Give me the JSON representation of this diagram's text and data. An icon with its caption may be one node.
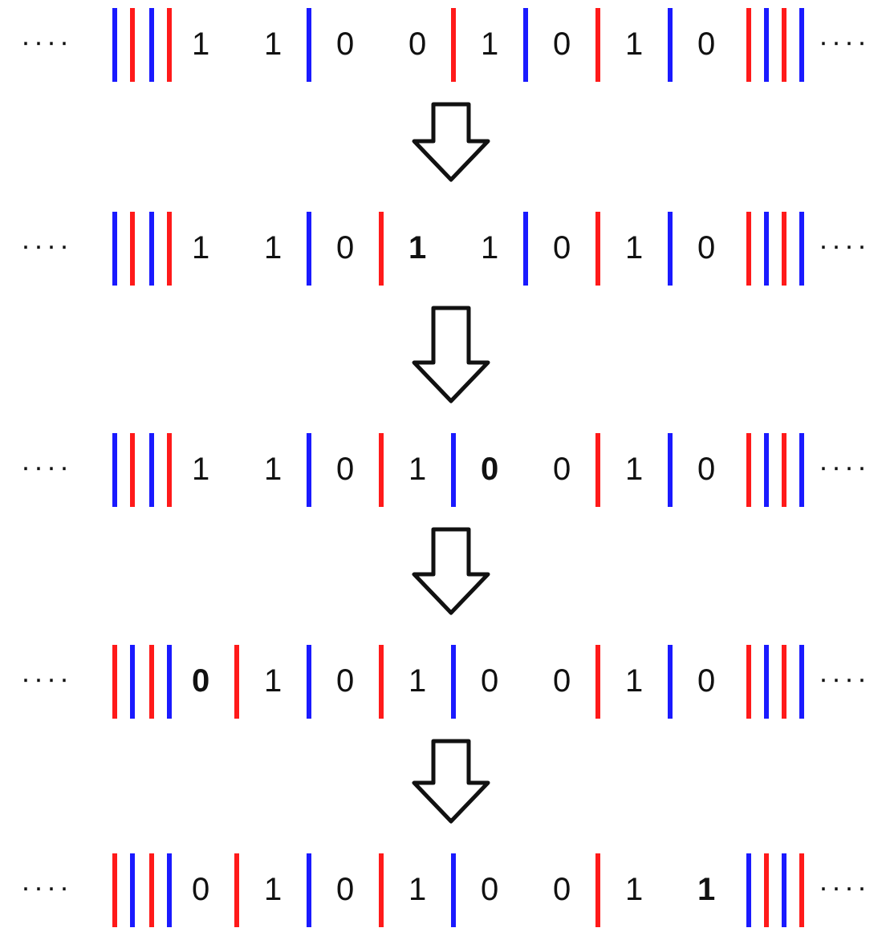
{
  "diagram": {
    "nodes": [
      {
        "text": [
          "····",
          "1",
          "1",
          "0",
          "0",
          "1",
          "0",
          "1",
          "0",
          "····"
        ]
      },
      {
        "text": [
          "····",
          "1",
          "1",
          "0",
          "**1**",
          "1",
          "0",
          "1",
          "0",
          "····"
        ]
      },
      {
        "text": [
          "····",
          "1",
          "1",
          "0",
          "1",
          "**0**",
          "0",
          "1",
          "0",
          "····"
        ]
      },
      {
        "text": [
          "····",
          "**0**",
          "1",
          "0",
          "1",
          "0",
          "0",
          "1",
          "0",
          "····"
        ]
      },
      {
        "text": [
          "····",
          "0",
          "1",
          "0",
          "1",
          "0",
          "0",
          "1",
          "**1**",
          "····"
        ]
      }
    ],
    "edges": [
      {
        "from": 0,
        "to": 1,
        "arrow": "to"
      },
      {
        "from": 1,
        "to": 2,
        "arrow": "to"
      },
      {
        "from": 2,
        "to": 3,
        "arrow": "to"
      },
      {
        "from": 3,
        "to": 4,
        "arrow": "to"
      }
    ]
  }
}
